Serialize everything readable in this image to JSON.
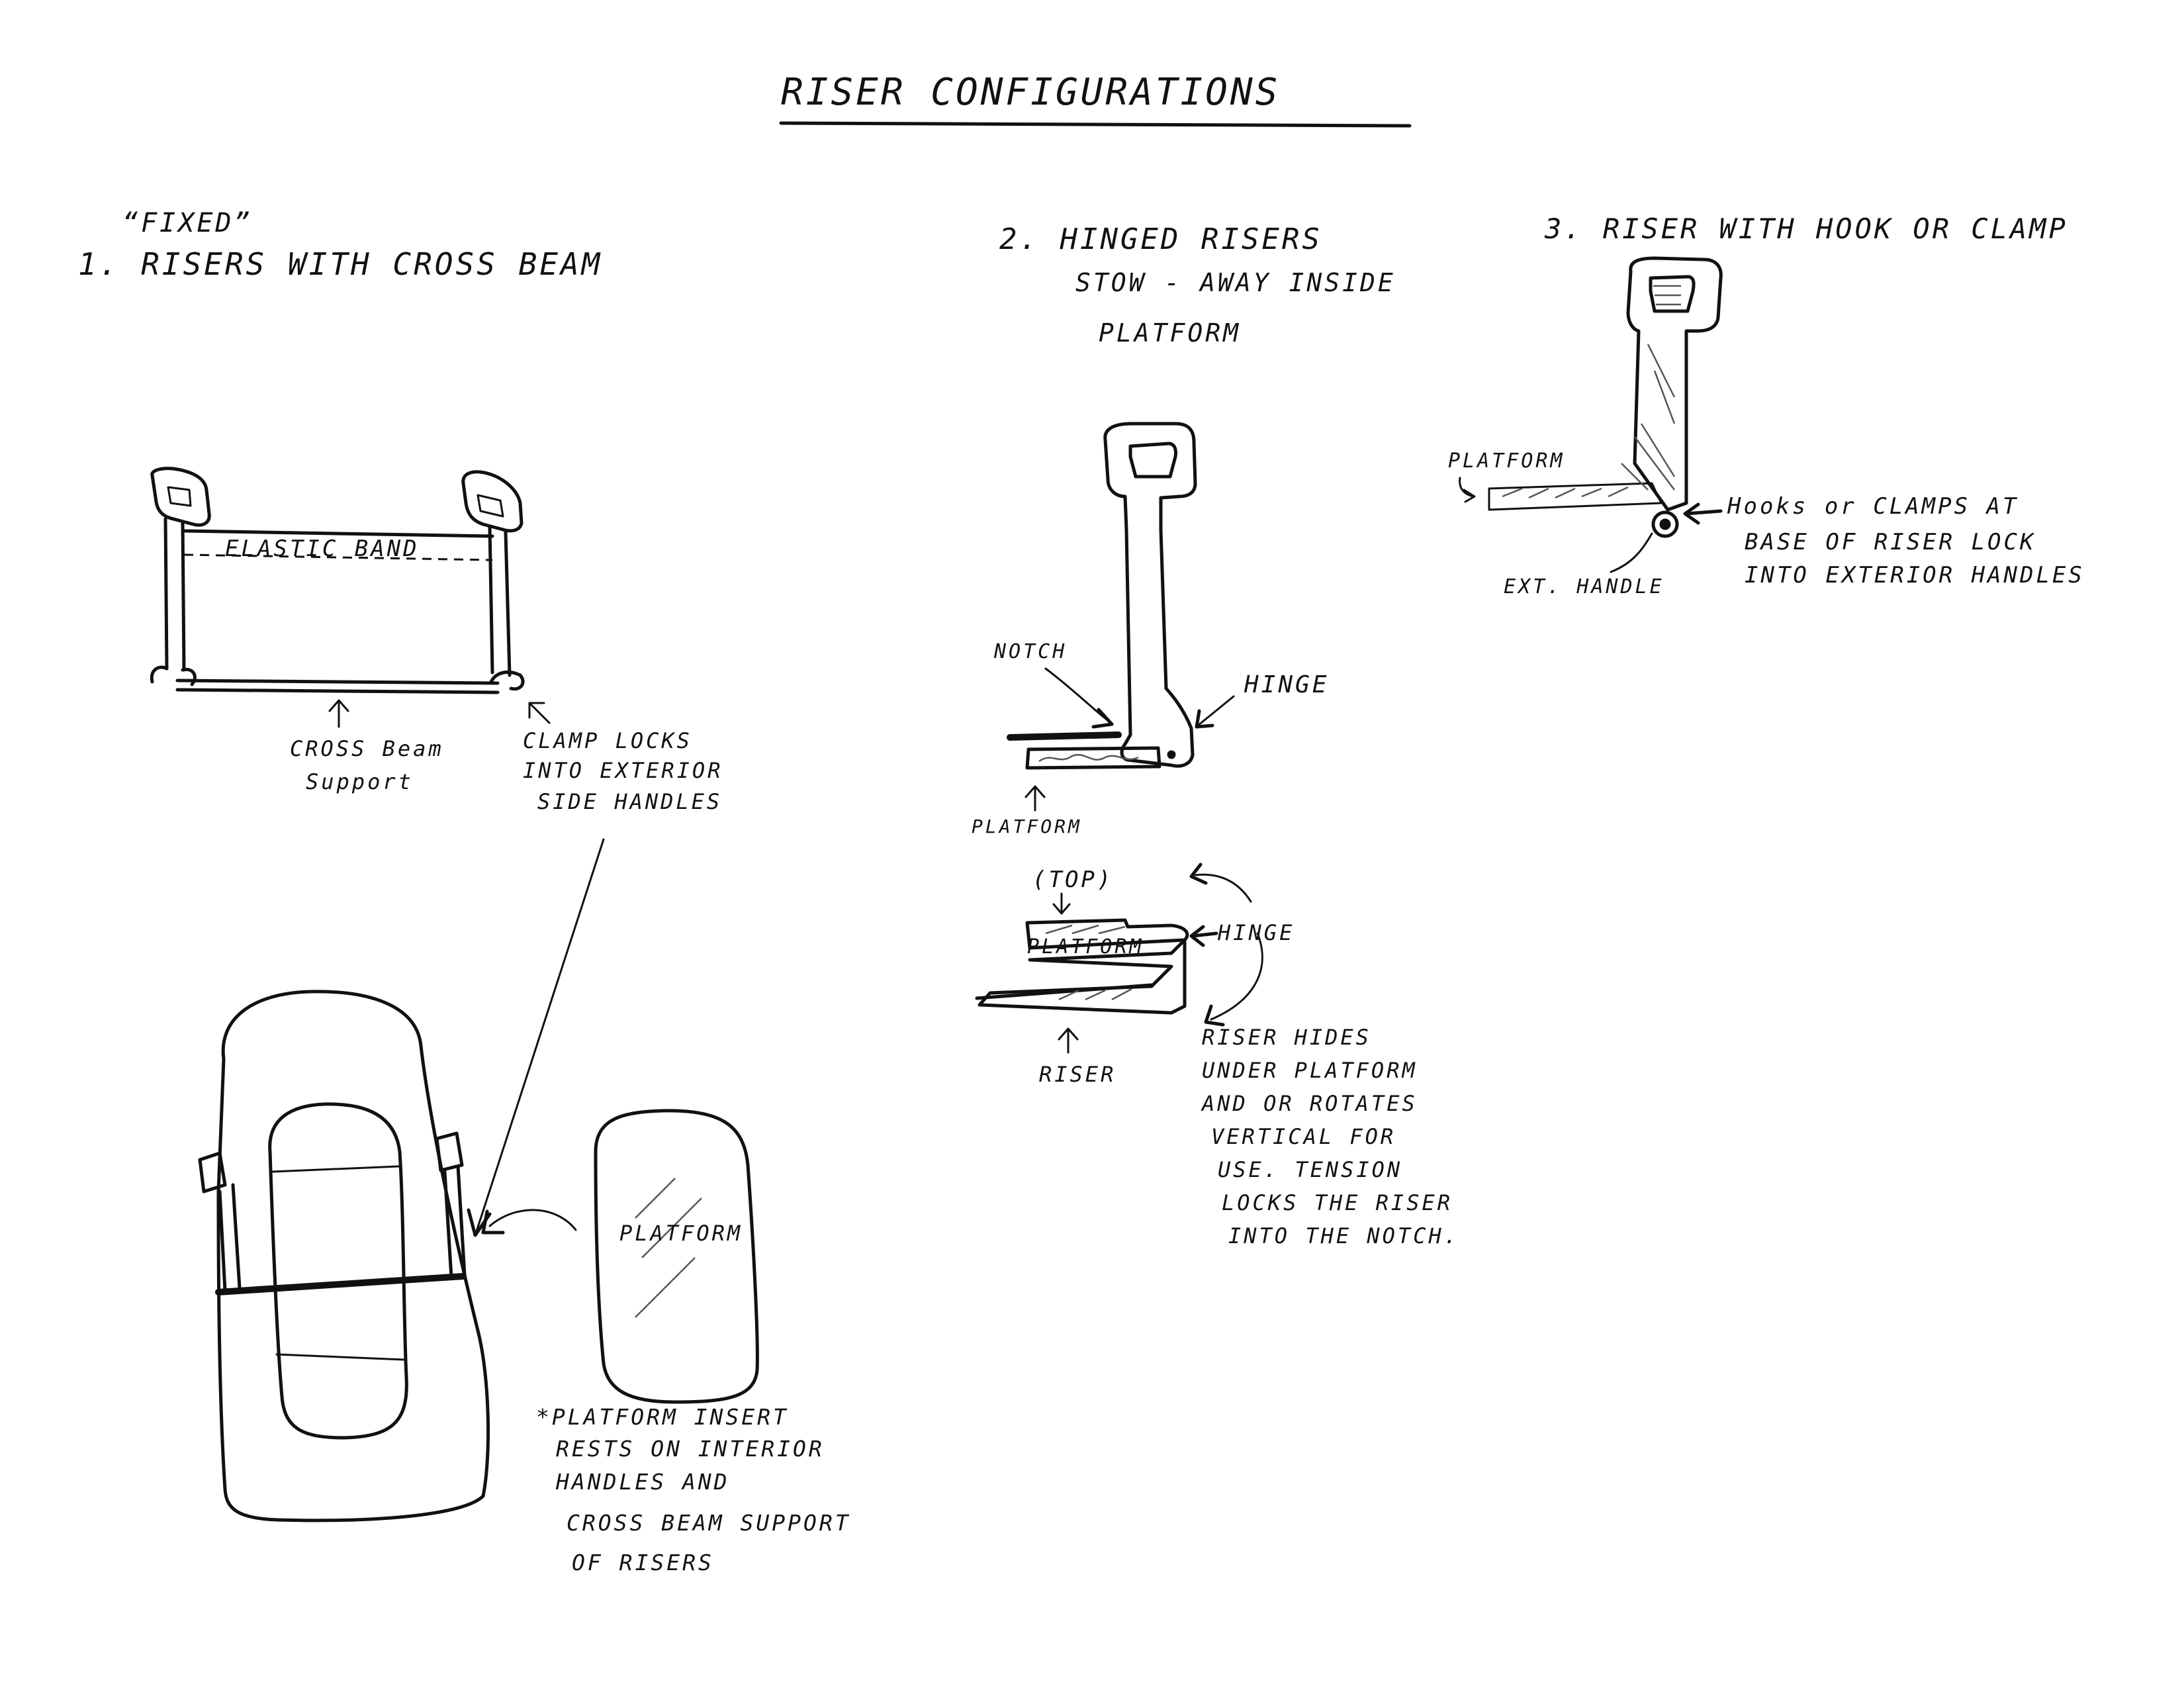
{
  "title": "RISER   CONFIGURATIONS",
  "section1": {
    "fixed_label": "“FIXED”",
    "heading": "1.  RISERS  WITH  CROSS  BEAM",
    "elastic_band_label": "ELASTIC  BAND",
    "cross_beam_label_line1": "CROSS  Beam",
    "cross_beam_label_line2": "Support",
    "clamp_label_line1": "CLAMP  LOCKS",
    "clamp_label_line2": "INTO  EXTERIOR",
    "clamp_label_line3": "SIDE  HANDLES",
    "platform_label": "PLATFORM",
    "note_line1": "*PLATFORM  INSERT",
    "note_line2": "RESTS ON  INTERIOR",
    "note_line3": "HANDLES  AND",
    "note_line4": "CROSS  BEAM  SUPPORT",
    "note_line5": "OF  RISERS"
  },
  "section2": {
    "heading_line1": "2.  HINGED  RISERS",
    "heading_line2": "STOW - AWAY  INSIDE",
    "heading_line3": "PLATFORM",
    "notch_label": "NOTCH",
    "hinge_label": "HINGE",
    "platform_label": "PLATFORM",
    "top_label": "(TOP)",
    "platform_inline_label": "PLATFORM",
    "hinge_label_2": "HINGE",
    "riser_label": "RISER",
    "note_line1": "RISER  HIDES",
    "note_line2": "UNDER  PLATFORM",
    "note_line3": "AND  OR  ROTATES",
    "note_line4": "VERTICAL  FOR",
    "note_line5": "USE.  TENSION",
    "note_line6": "LOCKS  THE RISER",
    "note_line7": "INTO  THE NOTCH."
  },
  "section3": {
    "heading": "3.  RISER  WITH  HOOK  OR  CLAMP",
    "platform_label": "PLATFORM",
    "ext_handle_label": "EXT. HANDLE",
    "note_line1": "Hooks  or  CLAMPS  AT",
    "note_line2": "BASE  OF  RISER  LOCK",
    "note_line3": "INTO  EXTERIOR  HANDLES"
  }
}
